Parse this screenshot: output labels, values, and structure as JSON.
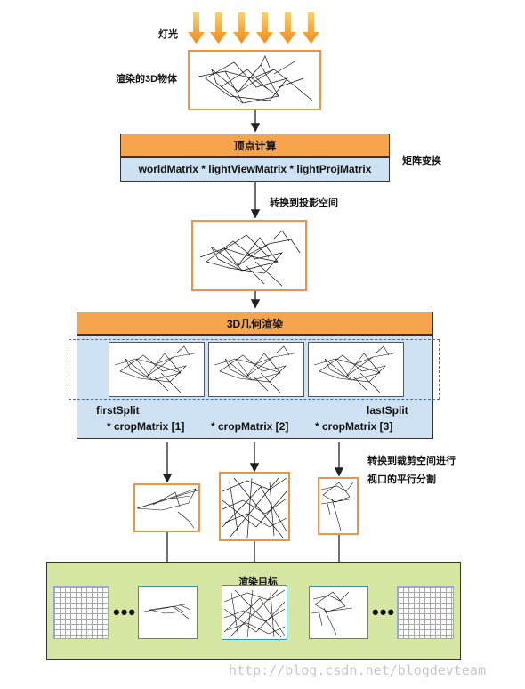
{
  "labels": {
    "light": "灯光",
    "rendered_object": "渲染的3D物体",
    "vertex_calc": "顶点计算",
    "matrix_formula": "worldMatrix * lightViewMatrix * lightProjMatrix",
    "matrix_transform": "矩阵变换",
    "to_projection_space": "转换到投影空间",
    "geometry_render": "3D几何渲染",
    "first_split": "firstSplit",
    "last_split": "lastSplit",
    "crop_1": "* cropMatrix [1]",
    "crop_2": "* cropMatrix [2]",
    "crop_3": "* cropMatrix [3]",
    "clip_space_line1": "转换到裁剪空间进行",
    "clip_space_line2": "视口的平行分割",
    "render_target": "渲染目标",
    "ellipsis": "•••"
  },
  "watermark": "http://blog.csdn.net/blogdevteam",
  "colors": {
    "orange": "#f6a54d",
    "light_blue": "#cfe2f3",
    "green": "#d6e6a3",
    "arrow_orange": "#f39a1f"
  }
}
